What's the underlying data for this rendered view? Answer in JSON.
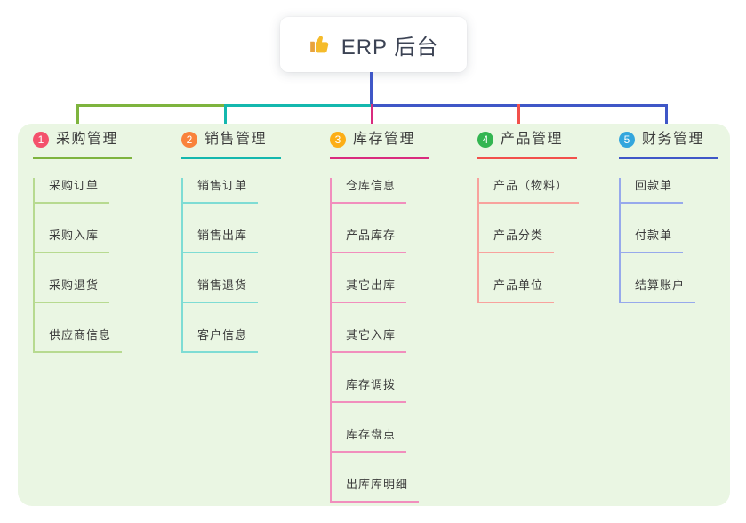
{
  "root": {
    "label": "ERP 后台",
    "icon": "thumbs-up"
  },
  "colors": {
    "page_bg": "#ffffff",
    "container_bg": "#eaf6e3",
    "root_stem": "#3f57c7",
    "bar_left": "#7eb43e",
    "bar_mid": "#14b8ae",
    "bar_right": "#3f57c7",
    "drop_1": "#7eb43e",
    "drop_2": "#14b8ae",
    "drop_3": "#d92b7e",
    "drop_4": "#f2504b",
    "drop_5": "#3f57c7",
    "thumb_gold": "#f5bb2a",
    "thumb_cuff": "#e8a33d",
    "text": "#3d3d3d"
  },
  "branches": [
    {
      "num": "1",
      "label": "采购管理",
      "badge_color": "#f4516c",
      "line_color": "#7eb43e",
      "child_line_color": "#b7da90",
      "children": [
        "采购订单",
        "采购入库",
        "采购退货",
        "供应商信息"
      ]
    },
    {
      "num": "2",
      "label": "销售管理",
      "badge_color": "#f9823b",
      "line_color": "#14b8ae",
      "child_line_color": "#7edcd4",
      "children": [
        "销售订单",
        "销售出库",
        "销售退货",
        "客户信息"
      ]
    },
    {
      "num": "3",
      "label": "库存管理",
      "badge_color": "#fcae16",
      "line_color": "#d92b7e",
      "child_line_color": "#f18ebd",
      "children": [
        "仓库信息",
        "产品库存",
        "其它出库",
        "其它入库",
        "库存调拨",
        "库存盘点",
        "出库库明细"
      ]
    },
    {
      "num": "4",
      "label": "产品管理",
      "badge_color": "#33b551",
      "line_color": "#f2504b",
      "child_line_color": "#f8a29d",
      "children": [
        "产品（物料）",
        "产品分类",
        "产品单位"
      ]
    },
    {
      "num": "5",
      "label": "财务管理",
      "badge_color": "#33a6dd",
      "line_color": "#3f57c7",
      "child_line_color": "#97a9ec",
      "children": [
        "回款单",
        "付款单",
        "结算账户"
      ]
    }
  ]
}
